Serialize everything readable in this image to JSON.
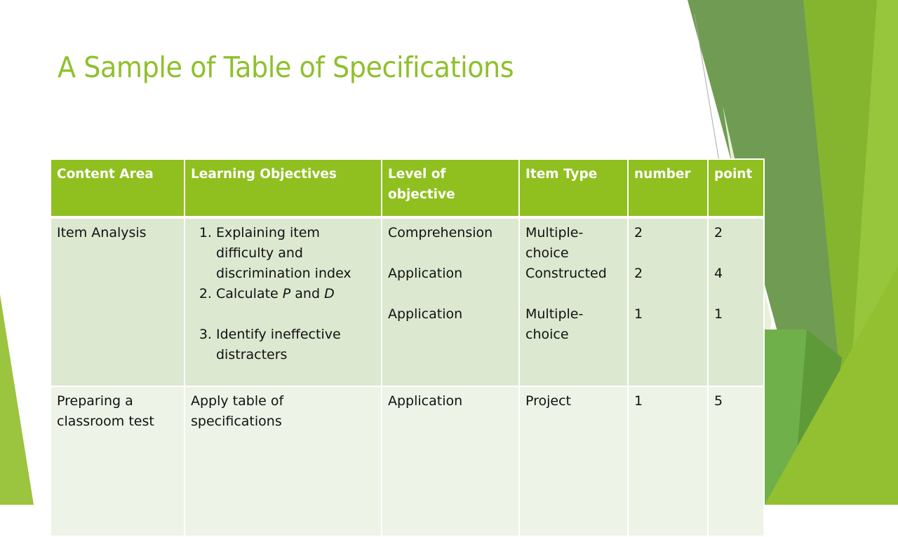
{
  "slide": {
    "title": "A Sample of Table of Specifications",
    "colors": {
      "title": "#8fc02c",
      "header_bg": "#8fc01f",
      "row1_bg": "#dce8d0",
      "row2_bg": "#edf3e7"
    }
  },
  "table": {
    "headers": [
      "Content Area",
      "Learning Objectives",
      "Level of objective",
      "Item Type",
      "number",
      "point"
    ],
    "rows": [
      {
        "content_area": "Item Analysis",
        "objectives": [
          {
            "text": "Explaining item difficulty and discrimination index"
          },
          {
            "pre": "Calculate ",
            "i1": "P",
            "mid": " and ",
            "i2": "D"
          },
          {
            "text": "Identify ineffective distracters"
          }
        ],
        "levels": [
          "Comprehension",
          "Application",
          "Application"
        ],
        "item_types": [
          "Multiple-choice",
          "Constructed",
          "Multiple-choice"
        ],
        "numbers": [
          "2",
          "2",
          "1"
        ],
        "points": [
          "2",
          "4",
          "1"
        ]
      },
      {
        "content_area": "Preparing a classroom test",
        "objectives_text": "Apply table of specifications",
        "level": "Application",
        "item_type": "Project",
        "number": "1",
        "point": "5"
      }
    ]
  }
}
